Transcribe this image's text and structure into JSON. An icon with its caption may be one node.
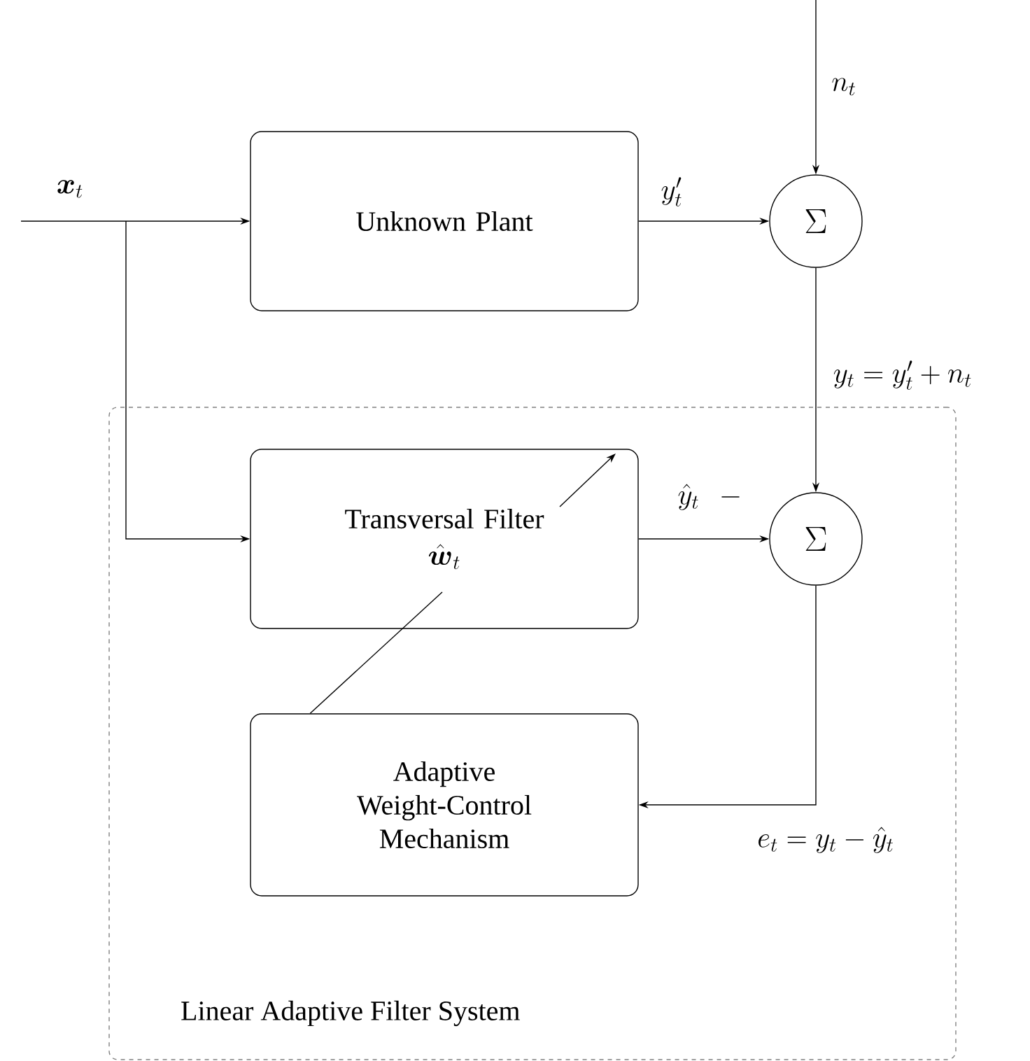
{
  "diagram": {
    "nodes": [
      {
        "text": [
          "Linear Adaptive Filter System"
        ]
      },
      {
        "text": [
          "Unknown Plant"
        ]
      },
      {
        "text": [
          "Transversal Filter",
          "\\hat{\\boldsymbol{w}}_t"
        ],
        "in": 0
      },
      {
        "text": [
          "Adaptive Weight-Control Mechanism"
        ],
        "in": 0
      },
      {
        "text": [
          "\\Sigma"
        ]
      },
      {
        "text": [
          "\\Sigma"
        ],
        "in": 0
      }
    ],
    "edges": [
      {
        "from": null,
        "to": 1,
        "arrow": "to",
        "label": "\\boldsymbol{x}_t"
      },
      {
        "from": null,
        "to": 2,
        "arrow": "to"
      },
      {
        "from": 1,
        "to": 4,
        "arrow": "to",
        "label": "y'_t"
      },
      {
        "from": null,
        "to": 4,
        "arrow": "to",
        "label": "n_t"
      },
      {
        "from": 4,
        "to": 5,
        "arrow": "to",
        "label": "y_t = y'_t + n_t"
      },
      {
        "from": 2,
        "to": 5,
        "arrow": "to",
        "label": "\\hat{y}_t"
      },
      {
        "from": 5,
        "to": 3,
        "arrow": "to",
        "label": "e_t = y_t - \\hat{y}_t"
      },
      {
        "from": 3,
        "to": 2,
        "arrow": "none"
      }
    ],
    "labels": [
      "-"
    ]
  }
}
